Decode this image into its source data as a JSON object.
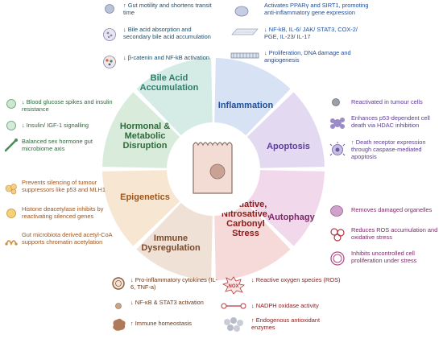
{
  "segments": {
    "bile_acid": {
      "lines": [
        "Bile Acid",
        "Accumulation"
      ],
      "color": "#2e7d6b",
      "fill": "#d5ece6"
    },
    "inflammation": {
      "lines": [
        "Inflammation"
      ],
      "color": "#1f4e9a",
      "fill": "#d7e3f4"
    },
    "apoptosis": {
      "lines": [
        "Apoptosis"
      ],
      "color": "#5e3a9a",
      "fill": "#e3d9f1"
    },
    "autophagy": {
      "lines": [
        "Autophagy"
      ],
      "color": "#7a2a6a",
      "fill": "#f1d8ea"
    },
    "oxidative": {
      "lines": [
        "Oxidative,",
        "Nitrosative,",
        "Carbonyl",
        "Stress"
      ],
      "color": "#8a1a1a",
      "fill": "#f6dada"
    },
    "immune": {
      "lines": [
        "Immune",
        "Dysregulation"
      ],
      "color": "#7a4a2a",
      "fill": "#efe1d6"
    },
    "epigenetics": {
      "lines": [
        "Epigenetics"
      ],
      "color": "#a0541a",
      "fill": "#f7e6d2"
    },
    "hormonal": {
      "lines": [
        "Hormonal &",
        "Metabolic",
        "Disruption"
      ],
      "color": "#2e6a3a",
      "fill": "#d9ecdc"
    }
  },
  "notes": {
    "bile_acid": [
      "↑ Gut motility and shortens transit time",
      "↓ Bile acid absorption and secondary bile acid accumulation",
      "↓ β-catenin and NF-kB activation"
    ],
    "inflammation": [
      "Activates PPARγ and SIRT1, promoting anti-inflammatory gene expression",
      "↓ NF-kB, IL-6/ JAK/ STAT3, COX-2/ PGE, IL-23/ IL-17",
      "↓ Proliferation, DNA damage and angiogenesis"
    ],
    "apoptosis": [
      "Reactivated in tumour cells",
      "Enhances p53-dependent cell death via HDAC inhibition",
      "↑ Death receptor expression through caspase-mediated apoptosis"
    ],
    "autophagy": [
      "Removes damaged organelles",
      "Reduces ROS accumulation and oxidative stress",
      "Inhibits uncontrolled cell proliferation under stress"
    ],
    "oxidative": [
      "↓ Reactive oxygen species (ROS)",
      "↓ NADPH oxidase activity",
      "↑ Endogenous antioxidant enzymes"
    ],
    "immune": [
      "↓ Pro-inflammatory cytokines (IL-6, TNF-a)",
      "↓ NF-κB & STAT3 activation",
      "↑ Immune homeostasis"
    ],
    "epigenetics": [
      "Prevents silencing of tumour suppressors like p53 and MLH1",
      "Histone deacetylase inhibits by reactivating silenced genes",
      "Gut microbiota derived acetyl-CoA supports chromatin acetylation"
    ],
    "hormonal": [
      "↓ Blood glucose spikes and insulin resistance",
      "↓ Insulin/ IGF-1 signalling",
      "Balanced sex hormone gut microbiome axis"
    ]
  },
  "icons": {
    "center": "epithelial-cell-icon",
    "nox_label": "NOX"
  }
}
